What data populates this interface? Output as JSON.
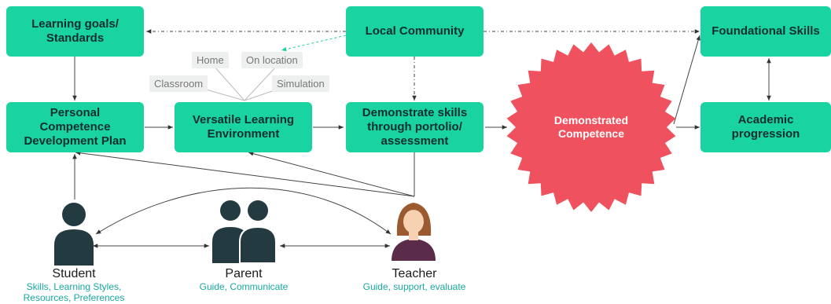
{
  "boxes": {
    "learning_goals": "Learning goals/\nStandards",
    "local_community": "Local Community",
    "foundational_skills": "Foundational Skills",
    "pcdp": "Personal\nCompetence\nDevelopment Plan",
    "versatile_env": "Versatile Learning\nEnvironment",
    "demonstrate_skills": "Demonstrate skills\nthrough portolio/\nassessment",
    "academic_progression": "Academic\nprogression"
  },
  "center": {
    "label": "Demonstrated\nCompetence"
  },
  "environments": {
    "home": "Home",
    "on_location": "On location",
    "classroom": "Classroom",
    "simulation": "Simulation"
  },
  "people": {
    "student": {
      "name": "Student",
      "desc": "Skills, Learning Styles,\nResources, Preferences"
    },
    "parent": {
      "name": "Parent",
      "desc": "Guide, Communicate"
    },
    "teacher": {
      "name": "Teacher",
      "desc": "Guide, support, evaluate"
    }
  },
  "colors": {
    "box_fill": "#19d3a0",
    "star_fill": "#f0515e",
    "person_fill": "#233b40",
    "desc_text": "#18a89e",
    "teacher_hair": "#9b5a2f",
    "teacher_shirt": "#5b2b4a",
    "teacher_skin": "#f6d2b3"
  },
  "icons": [
    "student-icon",
    "parent-icon",
    "teacher-icon"
  ]
}
